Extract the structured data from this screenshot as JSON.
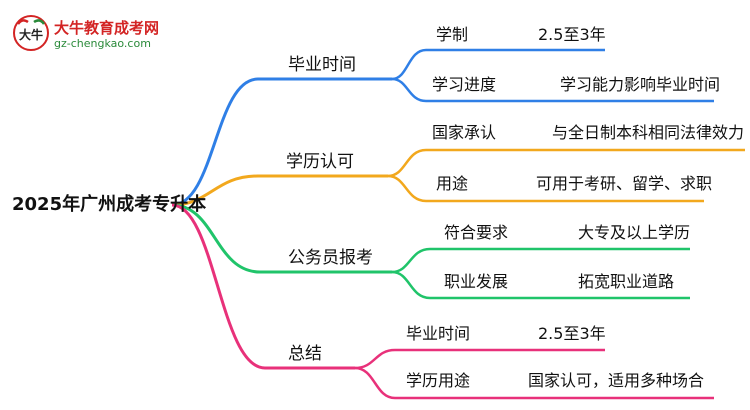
{
  "logo": {
    "brand": "大牛教育成考网",
    "url": "gz-chengkao.com",
    "badge_text": "大牛"
  },
  "root": {
    "label": "2025年广州成考专升本"
  },
  "branches": [
    {
      "label": "毕业时间",
      "color": "#2f7fe6",
      "items": [
        {
          "label": "学制",
          "value": "2.5至3年"
        },
        {
          "label": "学习进度",
          "value": "学习能力影响毕业时间"
        }
      ]
    },
    {
      "label": "学历认可",
      "color": "#f2a81d",
      "items": [
        {
          "label": "国家承认",
          "value": "与全日制本科相同法律效力"
        },
        {
          "label": "用途",
          "value": "可用于考研、留学、求职"
        }
      ]
    },
    {
      "label": "公务员报考",
      "color": "#20c46a",
      "items": [
        {
          "label": "符合要求",
          "value": "大专及以上学历"
        },
        {
          "label": "职业发展",
          "value": "拓宽职业道路"
        }
      ]
    },
    {
      "label": "总结",
      "color": "#e8317a",
      "items": [
        {
          "label": "毕业时间",
          "value": "2.5至3年"
        },
        {
          "label": "学历用途",
          "value": "国家认可，适用多种场合"
        }
      ]
    }
  ]
}
